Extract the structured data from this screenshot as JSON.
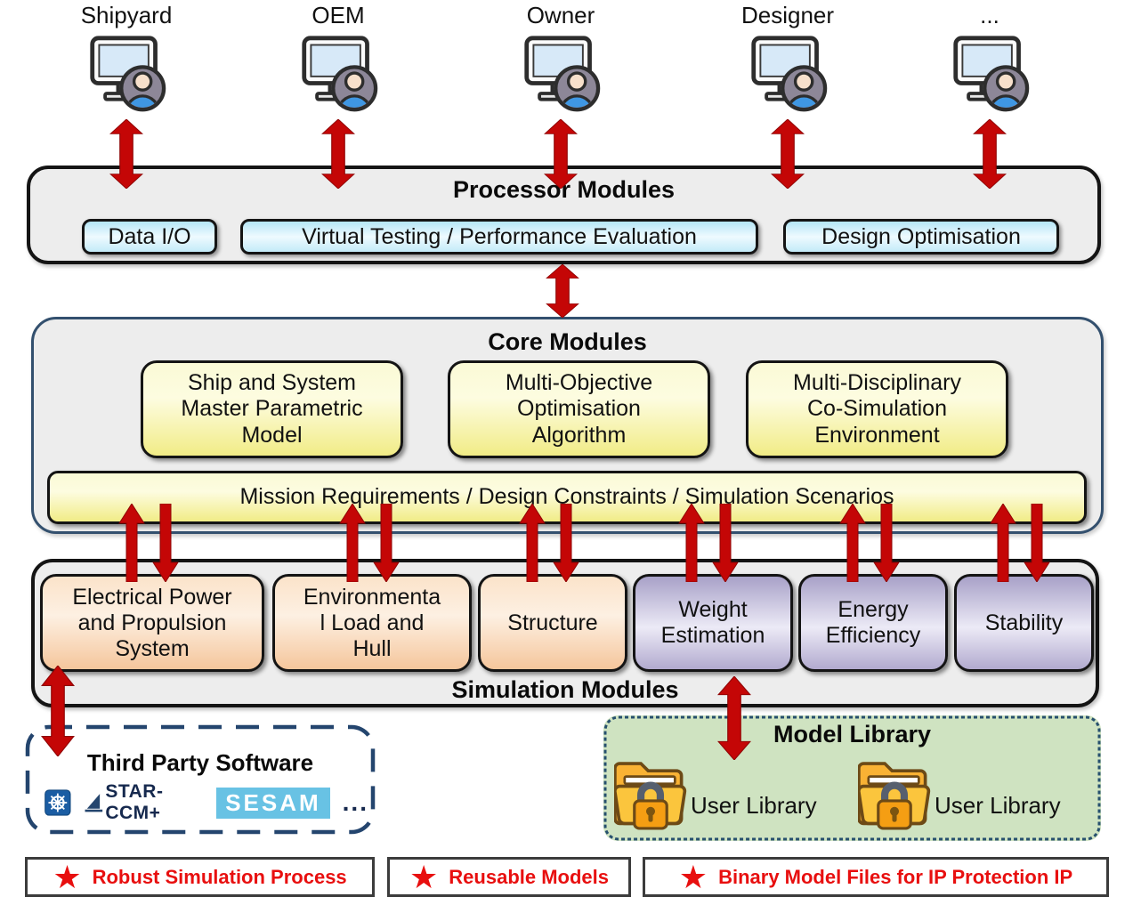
{
  "users": [
    {
      "label": "Shipyard"
    },
    {
      "label": "OEM"
    },
    {
      "label": "Owner"
    },
    {
      "label": "Designer"
    },
    {
      "label": "..."
    }
  ],
  "processor": {
    "title": "Processor Modules",
    "buttons": [
      {
        "label": "Data I/O"
      },
      {
        "label": "Virtual Testing / Performance Evaluation"
      },
      {
        "label": "Design Optimisation"
      }
    ]
  },
  "core": {
    "title": "Core Modules",
    "boxes": [
      {
        "label": "Ship and System\nMaster Parametric\nModel"
      },
      {
        "label": "Multi-Objective\nOptimisation\nAlgorithm"
      },
      {
        "label": "Multi-Disciplinary\nCo-Simulation\nEnvironment"
      }
    ],
    "bar": {
      "label": "Mission Requirements / Design Constraints / Simulation Scenarios"
    }
  },
  "simulation": {
    "title": "Simulation Modules",
    "modules": [
      {
        "label": "Electrical Power\nand Propulsion\nSystem",
        "theme": "orange"
      },
      {
        "label": "Environmenta\nl Load and\nHull",
        "theme": "orange"
      },
      {
        "label": "Structure",
        "theme": "orange"
      },
      {
        "label": "Weight\nEstimation",
        "theme": "purple"
      },
      {
        "label": "Energy\nEfficiency",
        "theme": "purple"
      },
      {
        "label": "Stability",
        "theme": "purple"
      }
    ]
  },
  "third_party": {
    "title": "Third Party Software",
    "logos": [
      {
        "name": "ship-wheel-logo"
      },
      {
        "name": "star-ccm-logo",
        "label": "STAR-CCM+"
      },
      {
        "name": "sesam-logo",
        "label": "SESAM"
      }
    ],
    "ellipsis": "..."
  },
  "model_library": {
    "title": "Model Library",
    "items": [
      {
        "label": "User Library"
      },
      {
        "label": "User Library"
      }
    ]
  },
  "legend": {
    "items": [
      {
        "label": "Robust Simulation Process"
      },
      {
        "label": "Reusable Models"
      },
      {
        "label": "Binary Model Files for IP Protection IP"
      }
    ]
  },
  "colors": {
    "arrow_red": "#c40606",
    "legend_red": "#e80f0f",
    "panel_gray": "#ededed",
    "yellow_box": "#f1ec86",
    "orange_box": "#f5c69c",
    "purple_box": "#b2aacf",
    "library_green": "#cfe3c1",
    "button_blue": "#b5e6f6"
  }
}
